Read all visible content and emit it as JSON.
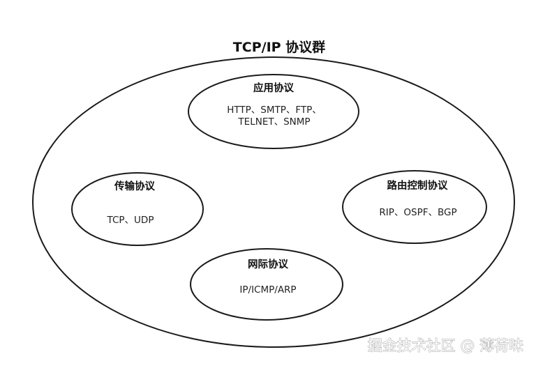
{
  "diagram": {
    "title": "TCP/IP 协议群",
    "nodes": {
      "application": {
        "title": "应用协议",
        "lines": [
          "HTTP、SMTP、FTP、",
          "TELNET、SNMP"
        ]
      },
      "transport": {
        "title": "传输协议",
        "lines": [
          "TCP、UDP"
        ]
      },
      "routing": {
        "title": "路由控制协议",
        "lines": [
          "RIP、OSPF、BGP"
        ]
      },
      "internet": {
        "title": "网际协议",
        "lines": [
          "IP/ICMP/ARP"
        ]
      }
    }
  },
  "watermark": {
    "text": "掘金技术社区 @ 薄荷味"
  },
  "colors": {
    "stroke": "#1a1a1a",
    "text": "#111111",
    "background": "#ffffff",
    "watermark_outline": "#9a9a9a"
  }
}
